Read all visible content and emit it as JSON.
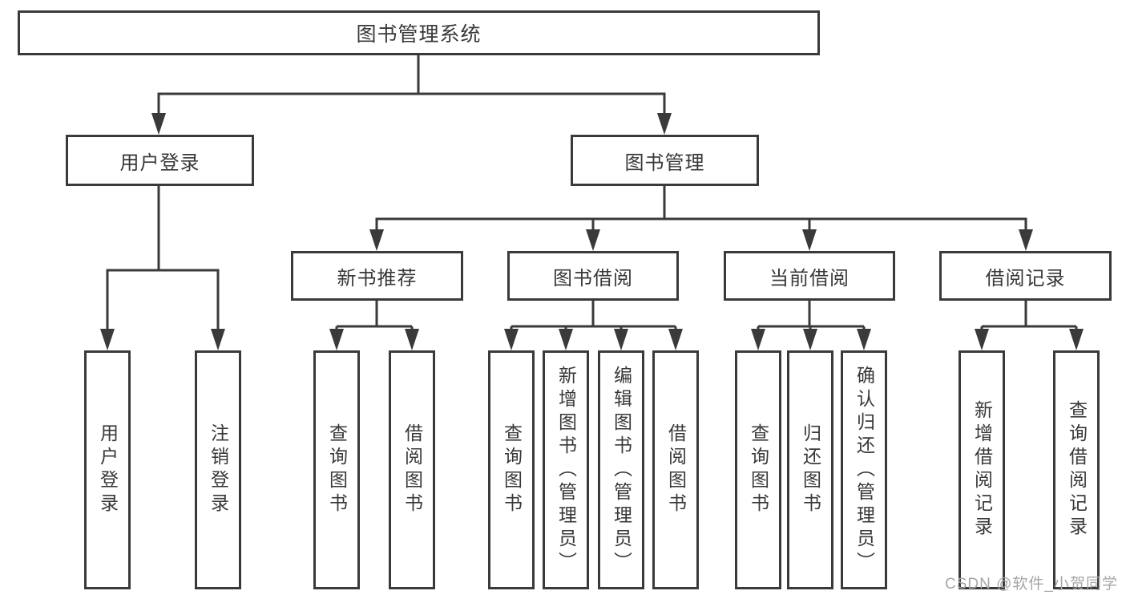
{
  "diagram": {
    "root": "图书管理系统",
    "user_login": {
      "label": "用户登录",
      "children": [
        "用户登录",
        "注销登录"
      ]
    },
    "book_management": {
      "label": "图书管理",
      "modules": [
        {
          "label": "新书推荐",
          "children": [
            "查询图书",
            "借阅图书"
          ]
        },
        {
          "label": "图书借阅",
          "children": [
            "查询图书",
            "新增图书（管理员）",
            "编辑图书（管理员）",
            "借阅图书"
          ]
        },
        {
          "label": "当前借阅",
          "children": [
            "查询图书",
            "归还图书",
            "确认归还（管理员）"
          ]
        },
        {
          "label": "借阅记录",
          "children": [
            "新增借阅记录",
            "查询借阅记录"
          ]
        }
      ]
    }
  },
  "watermark": "CSDN @软件_小贺同学",
  "colors": {
    "line": "#3a3a3a",
    "text": "#383838",
    "watermark": "#a6a6a6",
    "background": "#ffffff"
  }
}
